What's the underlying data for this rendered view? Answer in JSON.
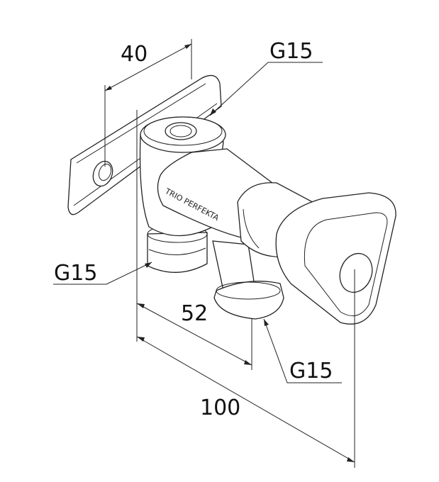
{
  "drawing": {
    "brand_text": "TRIO PERFEKTA",
    "dimensions": {
      "plate_width": "40",
      "spout_offset": "52",
      "overall_length": "100"
    },
    "thread_labels": {
      "top": "G15",
      "left": "G15",
      "bottom": "G15"
    }
  }
}
